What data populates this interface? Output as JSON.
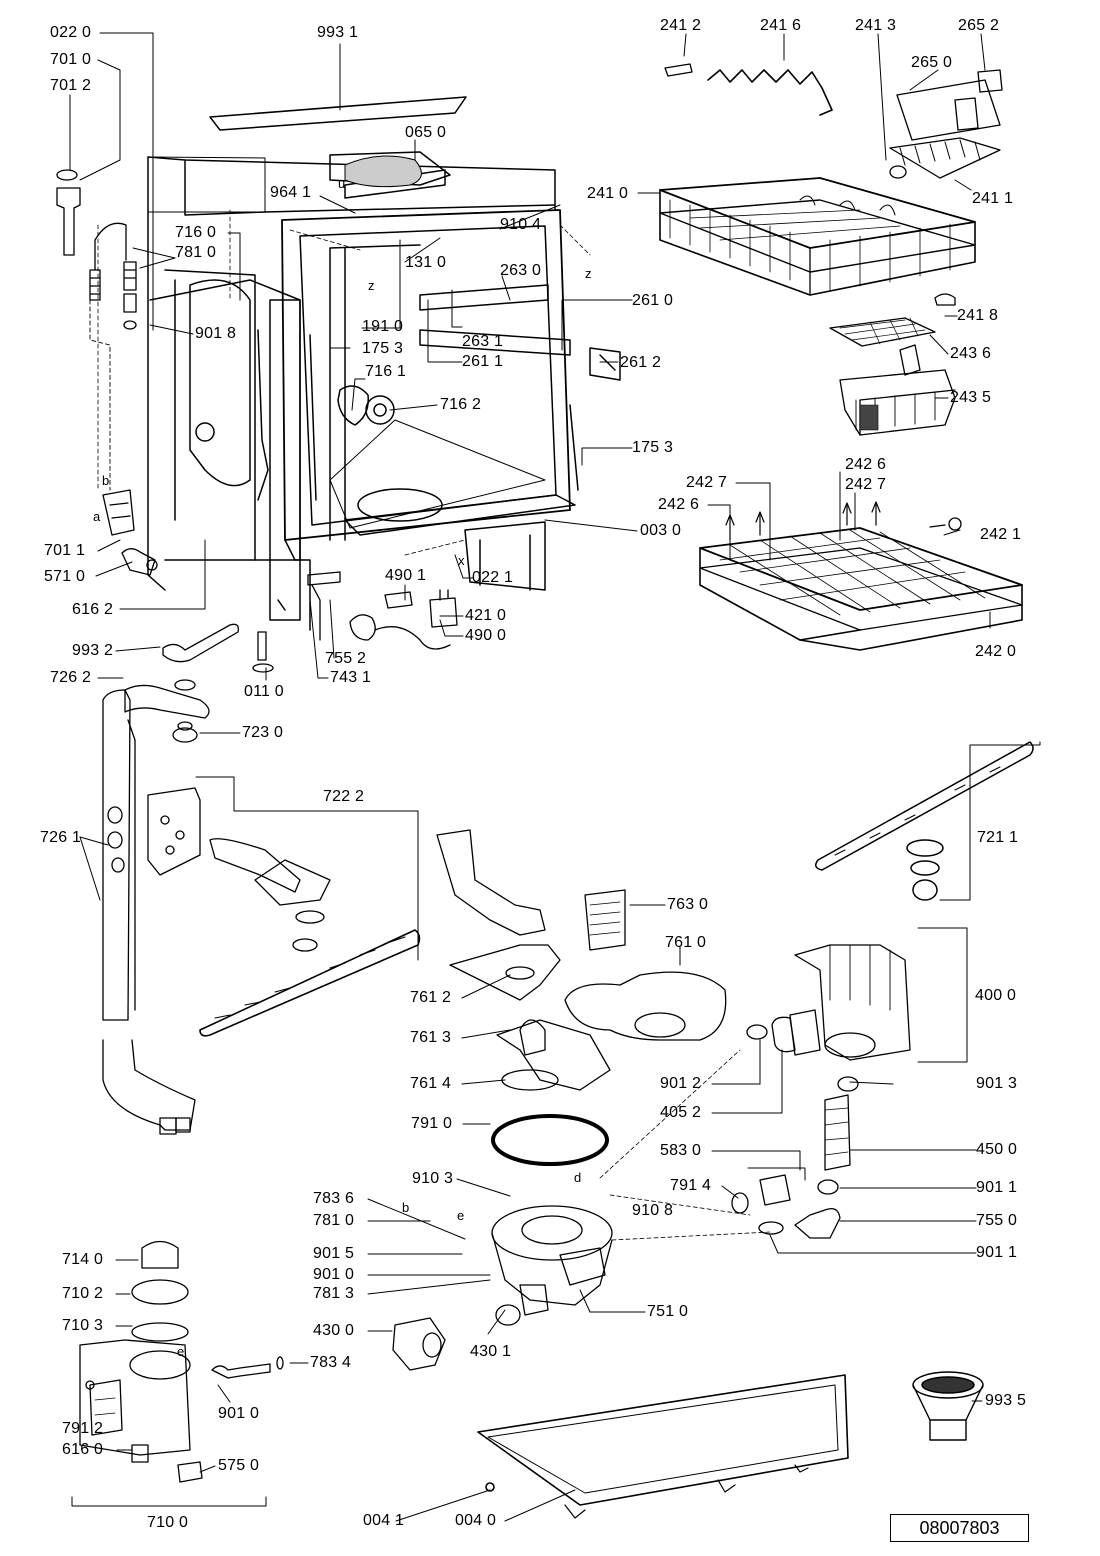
{
  "diagram": {
    "document_number": "08007803",
    "callouts": [
      {
        "id": "c0220",
        "text": "022 0"
      },
      {
        "id": "c9931",
        "text": "993 1"
      },
      {
        "id": "c7010",
        "text": "701 0"
      },
      {
        "id": "c7012",
        "text": "701 2"
      },
      {
        "id": "c0650",
        "text": "065 0"
      },
      {
        "id": "c9641",
        "text": "964 1"
      },
      {
        "id": "c7160",
        "text": "716 0"
      },
      {
        "id": "c7810a",
        "text": "781 0"
      },
      {
        "id": "c9104",
        "text": "910 4"
      },
      {
        "id": "c1310",
        "text": "131 0"
      },
      {
        "id": "c2630",
        "text": "263 0"
      },
      {
        "id": "c2610",
        "text": "261 0"
      },
      {
        "id": "c9018",
        "text": "901 8"
      },
      {
        "id": "c1910",
        "text": "191 0"
      },
      {
        "id": "c1753a",
        "text": "175 3"
      },
      {
        "id": "c2631",
        "text": "263 1"
      },
      {
        "id": "c2611",
        "text": "261 1"
      },
      {
        "id": "c2612",
        "text": "261 2"
      },
      {
        "id": "c7161",
        "text": "716 1"
      },
      {
        "id": "c7162",
        "text": "716 2"
      },
      {
        "id": "c1753b",
        "text": "175 3"
      },
      {
        "id": "c0030",
        "text": "003 0"
      },
      {
        "id": "c7011",
        "text": "701 1"
      },
      {
        "id": "c5710",
        "text": "571 0"
      },
      {
        "id": "c0221",
        "text": "022 1"
      },
      {
        "id": "c4901",
        "text": "490 1"
      },
      {
        "id": "c4210",
        "text": "421 0"
      },
      {
        "id": "c4900",
        "text": "490 0"
      },
      {
        "id": "c6162",
        "text": "616 2"
      },
      {
        "id": "c9932",
        "text": "993 2"
      },
      {
        "id": "c7552",
        "text": "755 2"
      },
      {
        "id": "c7431",
        "text": "743 1"
      },
      {
        "id": "c0110",
        "text": "011 0"
      },
      {
        "id": "c7262",
        "text": "726 2"
      },
      {
        "id": "c7230",
        "text": "723 0"
      },
      {
        "id": "c2412",
        "text": "241 2"
      },
      {
        "id": "c2416",
        "text": "241 6"
      },
      {
        "id": "c2413",
        "text": "241 3"
      },
      {
        "id": "c2652",
        "text": "265 2"
      },
      {
        "id": "c2650",
        "text": "265 0"
      },
      {
        "id": "c2410",
        "text": "241 0"
      },
      {
        "id": "c2411",
        "text": "241 1"
      },
      {
        "id": "c2418",
        "text": "241 8"
      },
      {
        "id": "c2436",
        "text": "243 6"
      },
      {
        "id": "c2435",
        "text": "243 5"
      },
      {
        "id": "c2426a",
        "text": "242 6"
      },
      {
        "id": "c2427a",
        "text": "242 7"
      },
      {
        "id": "c2427b",
        "text": "242 7"
      },
      {
        "id": "c2426b",
        "text": "242 6"
      },
      {
        "id": "c2421",
        "text": "242 1"
      },
      {
        "id": "c2420",
        "text": "242 0"
      },
      {
        "id": "c7222",
        "text": "722 2"
      },
      {
        "id": "c7261",
        "text": "726 1"
      },
      {
        "id": "c7211",
        "text": "721 1"
      },
      {
        "id": "c7630",
        "text": "763 0"
      },
      {
        "id": "c7610",
        "text": "761 0"
      },
      {
        "id": "c4000",
        "text": "400 0"
      },
      {
        "id": "c7612",
        "text": "761 2"
      },
      {
        "id": "c7613",
        "text": "761 3"
      },
      {
        "id": "c7614",
        "text": "761 4"
      },
      {
        "id": "c9012",
        "text": "901 2"
      },
      {
        "id": "c9013",
        "text": "901 3"
      },
      {
        "id": "c4052",
        "text": "405 2"
      },
      {
        "id": "c7910",
        "text": "791 0"
      },
      {
        "id": "c4500",
        "text": "450 0"
      },
      {
        "id": "c5830",
        "text": "583 0"
      },
      {
        "id": "c9103",
        "text": "910 3"
      },
      {
        "id": "c7914",
        "text": "791 4"
      },
      {
        "id": "c9011a",
        "text": "901 1"
      },
      {
        "id": "c7836",
        "text": "783 6"
      },
      {
        "id": "c9108",
        "text": "910 8"
      },
      {
        "id": "c7810b",
        "text": "781 0"
      },
      {
        "id": "c7550",
        "text": "755 0"
      },
      {
        "id": "c9011b",
        "text": "901 1"
      },
      {
        "id": "c7140",
        "text": "714 0"
      },
      {
        "id": "c9015",
        "text": "901 5"
      },
      {
        "id": "c9010a",
        "text": "901 0"
      },
      {
        "id": "c7102",
        "text": "710 2"
      },
      {
        "id": "c7813",
        "text": "781 3"
      },
      {
        "id": "c7510",
        "text": "751 0"
      },
      {
        "id": "c7103",
        "text": "710 3"
      },
      {
        "id": "c4300",
        "text": "430 0"
      },
      {
        "id": "c4301",
        "text": "430 1"
      },
      {
        "id": "c7834",
        "text": "783 4"
      },
      {
        "id": "c9935",
        "text": "993 5"
      },
      {
        "id": "c9010b",
        "text": "901 0"
      },
      {
        "id": "c7912",
        "text": "791 2"
      },
      {
        "id": "c6160",
        "text": "616 0"
      },
      {
        "id": "c5750",
        "text": "575 0"
      },
      {
        "id": "c7100",
        "text": "710 0"
      },
      {
        "id": "c0041",
        "text": "004 1"
      },
      {
        "id": "c0040",
        "text": "004 0"
      }
    ],
    "markers": [
      {
        "id": "m_u",
        "text": "u"
      },
      {
        "id": "m_z1",
        "text": "z"
      },
      {
        "id": "m_z2",
        "text": "z"
      },
      {
        "id": "m_b1",
        "text": "b"
      },
      {
        "id": "m_a",
        "text": "a"
      },
      {
        "id": "m_x",
        "text": "x"
      },
      {
        "id": "m_d",
        "text": "d"
      },
      {
        "id": "m_e1",
        "text": "e"
      },
      {
        "id": "m_b2",
        "text": "b"
      },
      {
        "id": "m_e2",
        "text": "e"
      }
    ]
  }
}
